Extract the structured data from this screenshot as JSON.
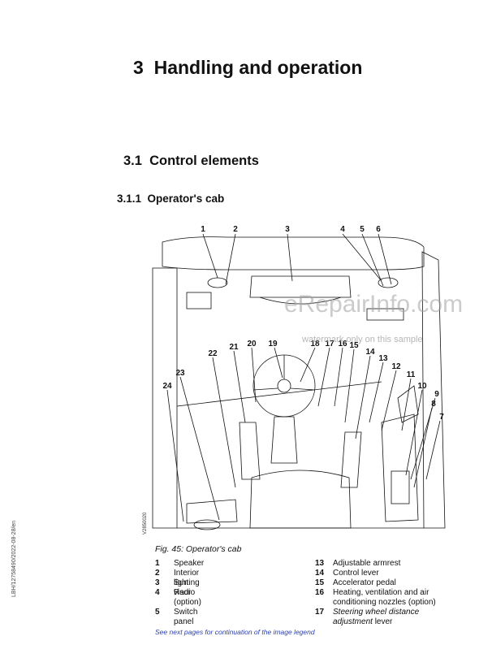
{
  "chapter": {
    "number": "3",
    "title": "Handling and operation"
  },
  "section": {
    "number": "3.1",
    "title": "Control elements"
  },
  "subsection": {
    "number": "3.1.1",
    "title": "Operator's cab"
  },
  "figure": {
    "callouts": [
      "1",
      "2",
      "3",
      "4",
      "5",
      "6",
      "7",
      "8",
      "9",
      "10",
      "11",
      "12",
      "13",
      "14",
      "15",
      "16",
      "17",
      "18",
      "19",
      "20",
      "21",
      "22",
      "23",
      "24"
    ],
    "code": "V2850020"
  },
  "caption": "Fig. 45: Operator's cab",
  "legend_left": [
    {
      "num": "1",
      "text": "Speaker"
    },
    {
      "num": "2",
      "text": "Interior lighting"
    },
    {
      "num": "3",
      "text": "Sun visor"
    },
    {
      "num": "4",
      "text": "Radio (option)"
    },
    {
      "num": "5",
      "text": "Switch panel"
    }
  ],
  "legend_right": [
    {
      "num": "13",
      "text": "Adjustable armrest",
      "italic": false
    },
    {
      "num": "14",
      "text": "Control lever",
      "italic": false
    },
    {
      "num": "15",
      "text": "Accelerator pedal",
      "italic": false
    },
    {
      "num": "16",
      "text": "Heating, ventilation and air conditioning nozzles (option)",
      "italic": false
    },
    {
      "num": "17",
      "text_italic": "Steering wheel distance adjustment",
      "text_rest": " lever",
      "italic": true
    }
  ],
  "note": "See next pages for continuation of the image legend",
  "doc_code": "LBH/12758490/2022-08-28/en",
  "watermark": {
    "main": "eRepairInfo.com",
    "sub": "watermark only on this sample"
  }
}
